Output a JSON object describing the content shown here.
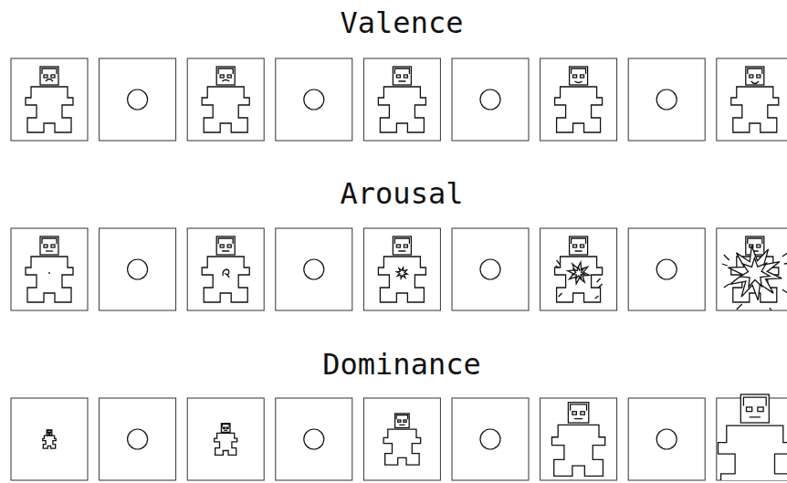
{
  "diagram": {
    "labels": [
      "Valence",
      "Arousal",
      "Dominance"
    ]
  }
}
